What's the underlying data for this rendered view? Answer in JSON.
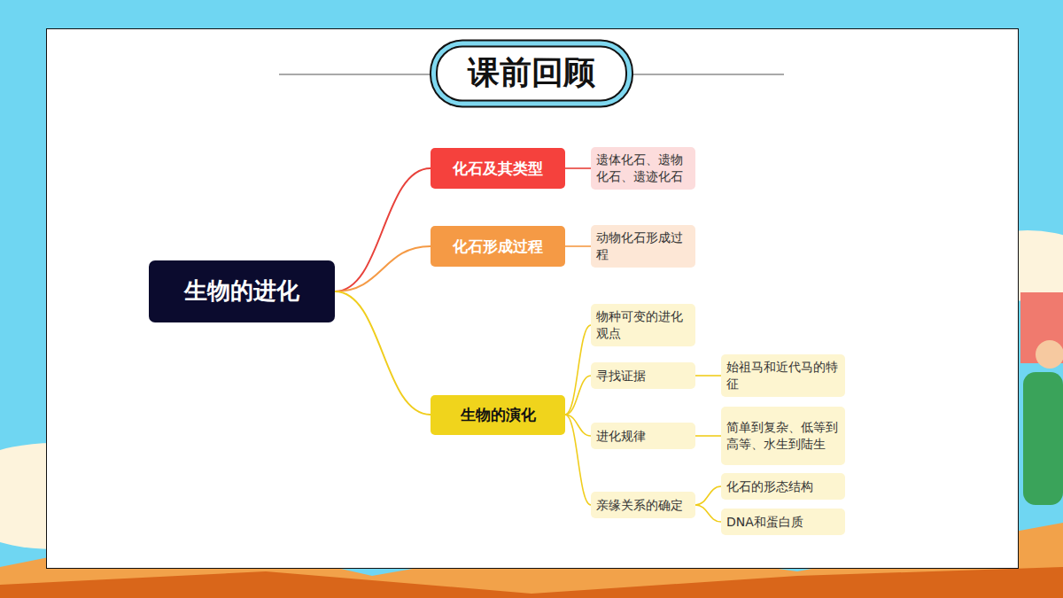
{
  "diagram": {
    "title": "课前回顾",
    "nodes": [
      {
        "text": [
          "生物的进化"
        ]
      },
      {
        "text": [
          "化石及其类型"
        ]
      },
      {
        "text": [
          "遗体化石、遗物化石、遗迹化石"
        ]
      },
      {
        "text": [
          "化石形成过程"
        ]
      },
      {
        "text": [
          "动物化石形成过程"
        ]
      },
      {
        "text": [
          "生物的演化"
        ]
      },
      {
        "text": [
          "物种可变的进化观点"
        ]
      },
      {
        "text": [
          "寻找证据"
        ]
      },
      {
        "text": [
          "始祖马和近代马的特征"
        ]
      },
      {
        "text": [
          "进化规律"
        ]
      },
      {
        "text": [
          "简单到复杂、低等到高等、水生到陆生"
        ]
      },
      {
        "text": [
          "亲缘关系的确定"
        ]
      },
      {
        "text": [
          "化石的形态结构"
        ]
      },
      {
        "text": [
          "DNA和蛋白质"
        ]
      }
    ],
    "edges": [
      {
        "from": 0,
        "to": 1,
        "arrow": "none"
      },
      {
        "from": 0,
        "to": 3,
        "arrow": "none"
      },
      {
        "from": 0,
        "to": 5,
        "arrow": "none"
      },
      {
        "from": 1,
        "to": 2,
        "arrow": "none"
      },
      {
        "from": 3,
        "to": 4,
        "arrow": "none"
      },
      {
        "from": 5,
        "to": 6,
        "arrow": "none"
      },
      {
        "from": 5,
        "to": 7,
        "arrow": "none"
      },
      {
        "from": 5,
        "to": 9,
        "arrow": "none"
      },
      {
        "from": 5,
        "to": 11,
        "arrow": "none"
      },
      {
        "from": 7,
        "to": 8,
        "arrow": "none"
      },
      {
        "from": 9,
        "to": 10,
        "arrow": "none"
      },
      {
        "from": 11,
        "to": 12,
        "arrow": "none"
      },
      {
        "from": 11,
        "to": 13,
        "arrow": "none"
      }
    ]
  }
}
